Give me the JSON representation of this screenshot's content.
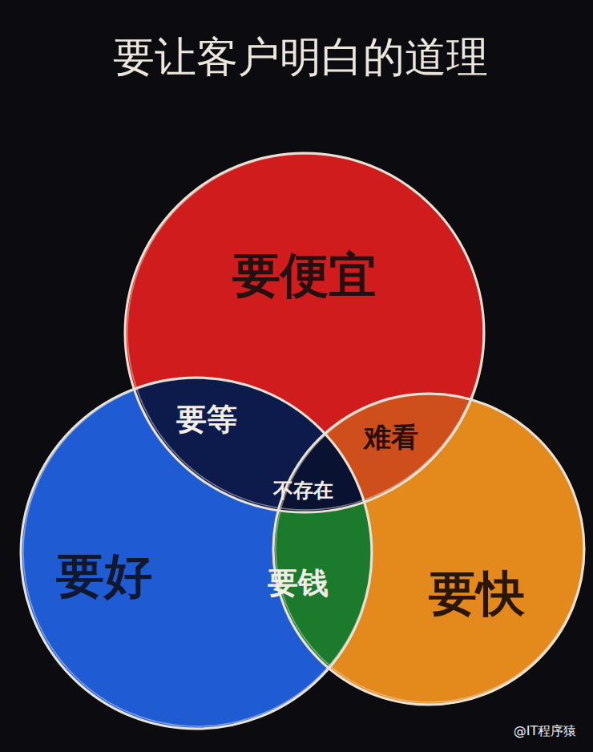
{
  "diagram": {
    "title": "要让客户明白的道理",
    "nodes": [
      {
        "text": [
          "要便宜"
        ]
      },
      {
        "text": [
          "要好"
        ]
      },
      {
        "text": [
          "要快"
        ]
      }
    ],
    "labels": [
      "要等",
      "难看",
      "不存在",
      "要钱",
      "@IT程序猿"
    ]
  }
}
